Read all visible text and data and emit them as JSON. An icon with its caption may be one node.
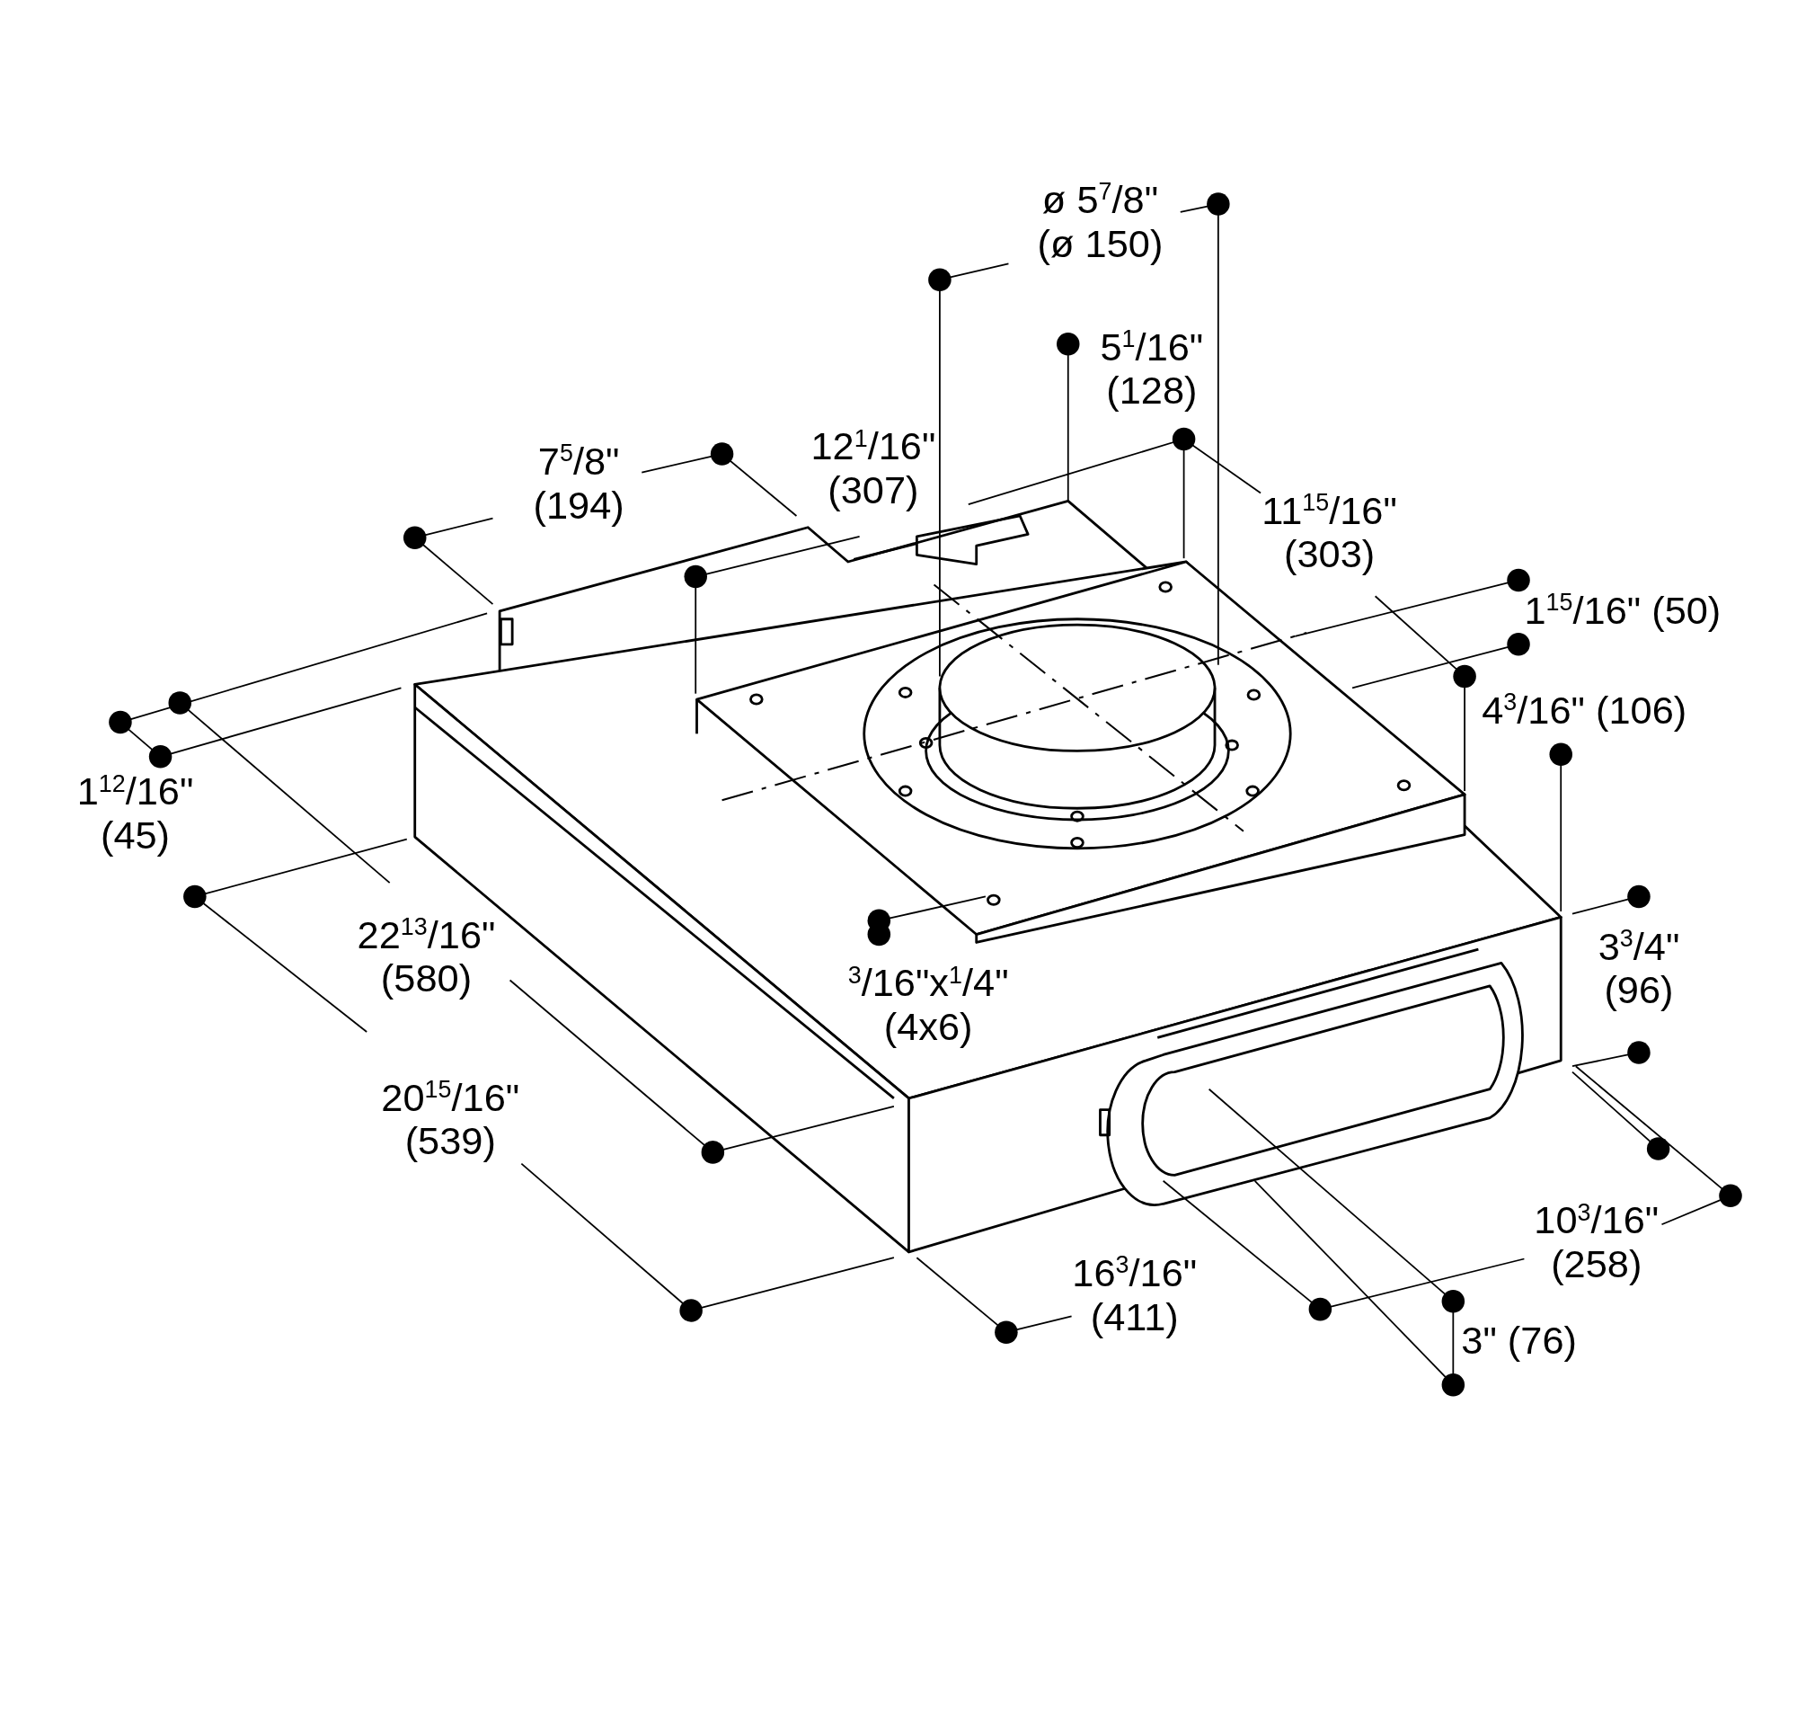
{
  "diagram": {
    "labels": [
      "ø 5$^{7}$/8\" (ø 150)",
      "5$^{1}$/16\" (128)",
      "7$^{5}$/8\" (194)",
      "12$^{1}$/16\" (307)",
      "11$^{15}$/16\" (303)",
      "1$^{15}$/16\" (50)",
      "4$^{3}$/16\" (106)",
      "1$^{12}$/16\" (45)",
      "3$^{3}$/4\" (96)",
      "22$^{13}$/16\" (580)",
      "$^{3}$/16\"x$^{1}$/4\" (4x6)",
      "20$^{15}$/16\" (539)",
      "10$^{3}$/16\" (258)",
      "16$^{3}$/16\" (411)",
      "3\" (76)"
    ]
  }
}
